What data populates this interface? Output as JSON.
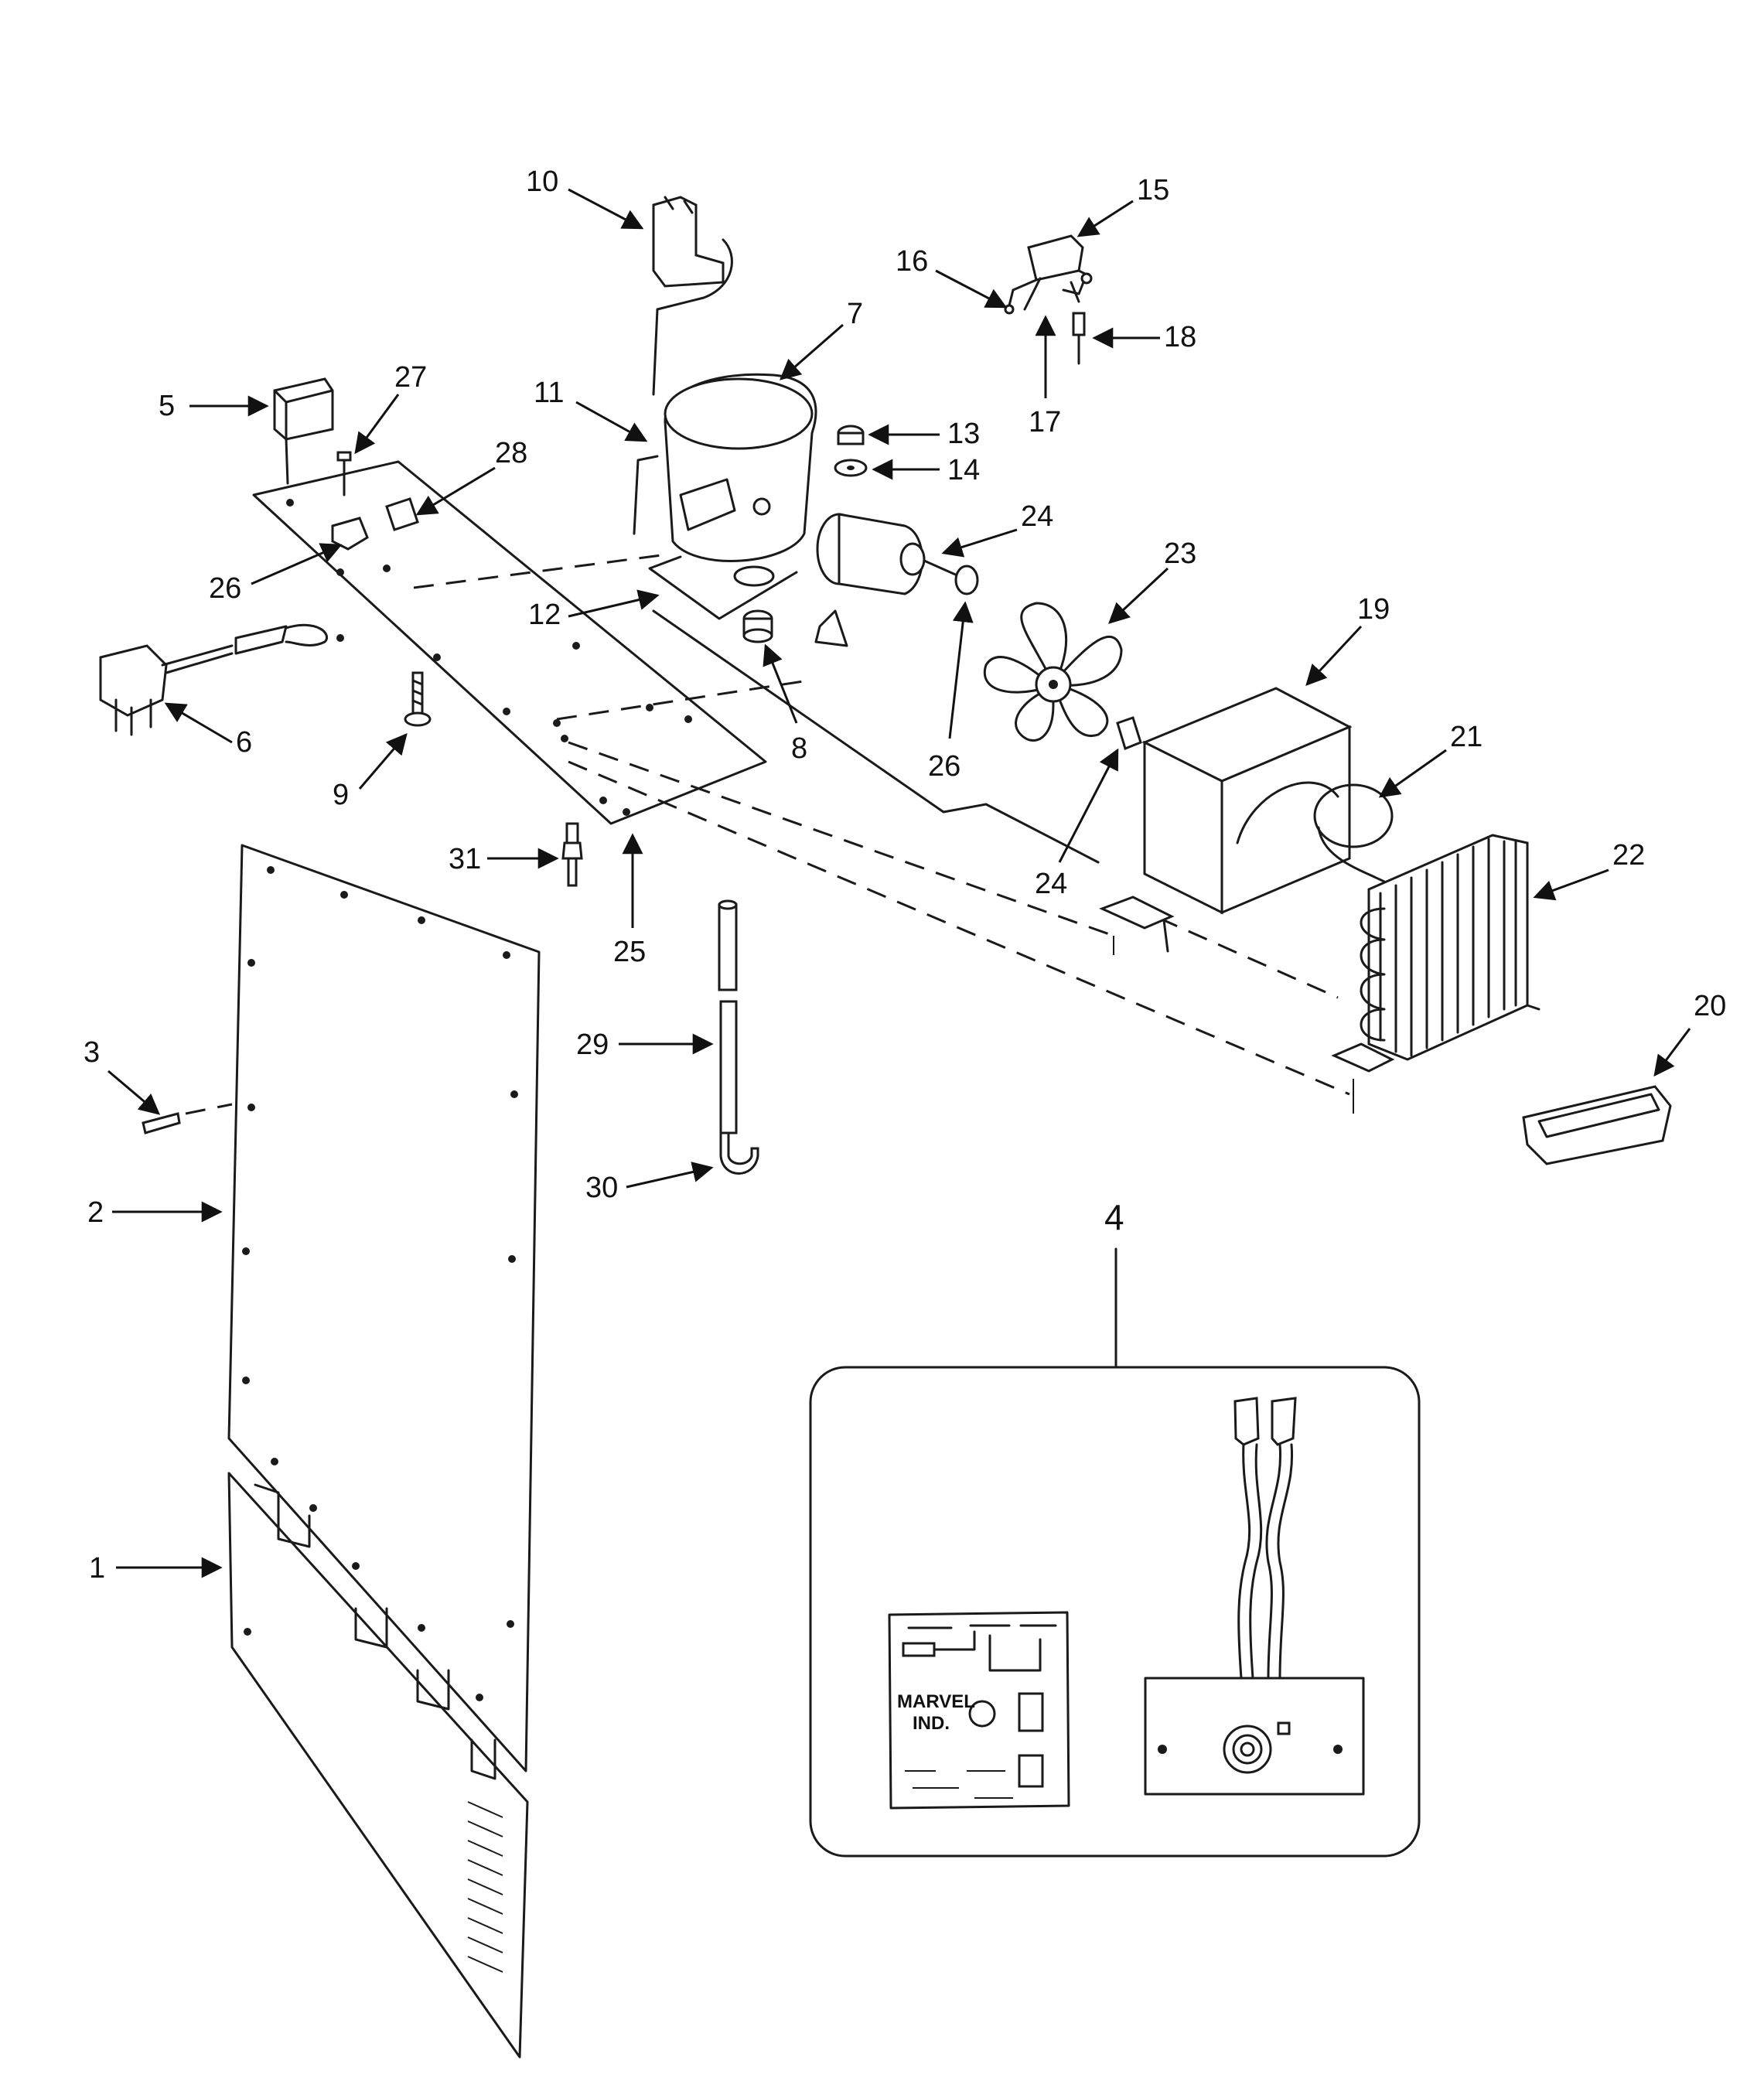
{
  "callouts": {
    "c1": "1",
    "c2": "2",
    "c3": "3",
    "c4": "4",
    "c5": "5",
    "c6": "6",
    "c7": "7",
    "c8": "8",
    "c9": "9",
    "c10": "10",
    "c11": "11",
    "c12": "12",
    "c13": "13",
    "c14": "14",
    "c15": "15",
    "c16": "16",
    "c17": "17",
    "c18": "18",
    "c19": "19",
    "c20": "20",
    "c21": "21",
    "c22": "22",
    "c23": "23",
    "c24a": "24",
    "c24b": "24",
    "c25": "25",
    "c26a": "26",
    "c26b": "26",
    "c27": "27",
    "c28": "28",
    "c29": "29",
    "c30": "30",
    "c31": "31"
  },
  "control_label": {
    "brand_line1": "MARVEL",
    "brand_line2": "IND."
  }
}
